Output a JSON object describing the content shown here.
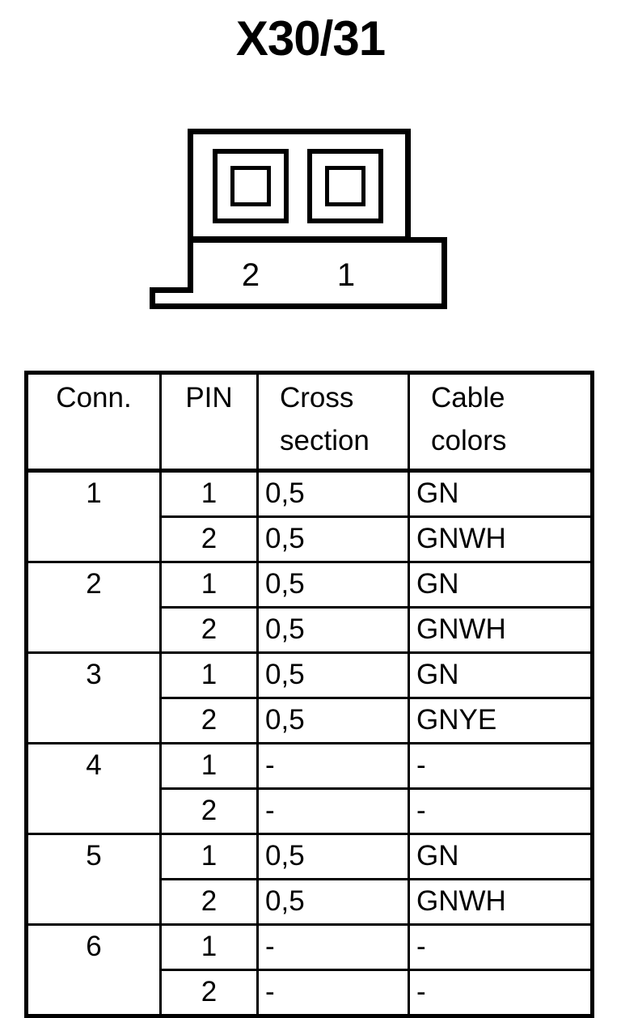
{
  "title": "X30/31",
  "connector": {
    "pin_labels": [
      "2",
      "1"
    ],
    "terminal_count": 2
  },
  "table": {
    "headers": {
      "conn": "Conn.",
      "pin": "PIN",
      "cross_line1": "Cross",
      "cross_line2": "section",
      "colors_line1": "Cable",
      "colors_line2": "colors"
    },
    "groups": [
      {
        "conn": "1",
        "rows": [
          {
            "pin": "1",
            "cross_section": "0,5",
            "cable_color": "GN"
          },
          {
            "pin": "2",
            "cross_section": "0,5",
            "cable_color": "GNWH"
          }
        ]
      },
      {
        "conn": "2",
        "rows": [
          {
            "pin": "1",
            "cross_section": "0,5",
            "cable_color": "GN"
          },
          {
            "pin": "2",
            "cross_section": "0,5",
            "cable_color": "GNWH"
          }
        ]
      },
      {
        "conn": "3",
        "rows": [
          {
            "pin": "1",
            "cross_section": "0,5",
            "cable_color": "GN"
          },
          {
            "pin": "2",
            "cross_section": "0,5",
            "cable_color": "GNYE"
          }
        ]
      },
      {
        "conn": "4",
        "rows": [
          {
            "pin": "1",
            "cross_section": "-",
            "cable_color": "-"
          },
          {
            "pin": "2",
            "cross_section": "-",
            "cable_color": "-"
          }
        ]
      },
      {
        "conn": "5",
        "rows": [
          {
            "pin": "1",
            "cross_section": "0,5",
            "cable_color": "GN"
          },
          {
            "pin": "2",
            "cross_section": "0,5",
            "cable_color": "GNWH"
          }
        ]
      },
      {
        "conn": "6",
        "rows": [
          {
            "pin": "1",
            "cross_section": "-",
            "cable_color": "-"
          },
          {
            "pin": "2",
            "cross_section": "-",
            "cable_color": "-"
          }
        ]
      }
    ]
  },
  "colors": {
    "ink": "#000000",
    "paper": "#ffffff"
  }
}
